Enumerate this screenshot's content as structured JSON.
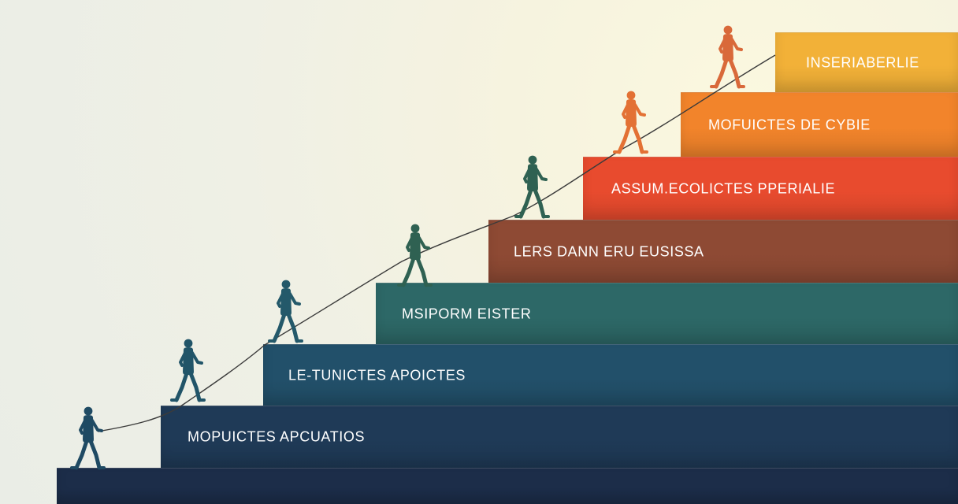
{
  "steps": [
    {
      "label": "",
      "color": "#1c2d49"
    },
    {
      "label": "MOPUICTES APCUATIOS",
      "color": "#1f3a57"
    },
    {
      "label": "LE-TUNICTES APOICTES",
      "color": "#22506a"
    },
    {
      "label": "MSIPORM EISTER",
      "color": "#2d6867"
    },
    {
      "label": "LERS DANN ERU EUSISSA",
      "color": "#8e4a34"
    },
    {
      "label": "ASSUM.ECOLICTES PPERIALIE",
      "color": "#e84b2e"
    },
    {
      "label": "MOFUICTES DE CYBIE",
      "color": "#f2842b"
    },
    {
      "label": "INSERIABERLIE",
      "color": "#f2b138"
    }
  ],
  "colors": {
    "climber_start": "#1f4a63",
    "climber_mid": "#2f6152",
    "climber_end": "#e07232",
    "rope": "#3b3b3b"
  }
}
